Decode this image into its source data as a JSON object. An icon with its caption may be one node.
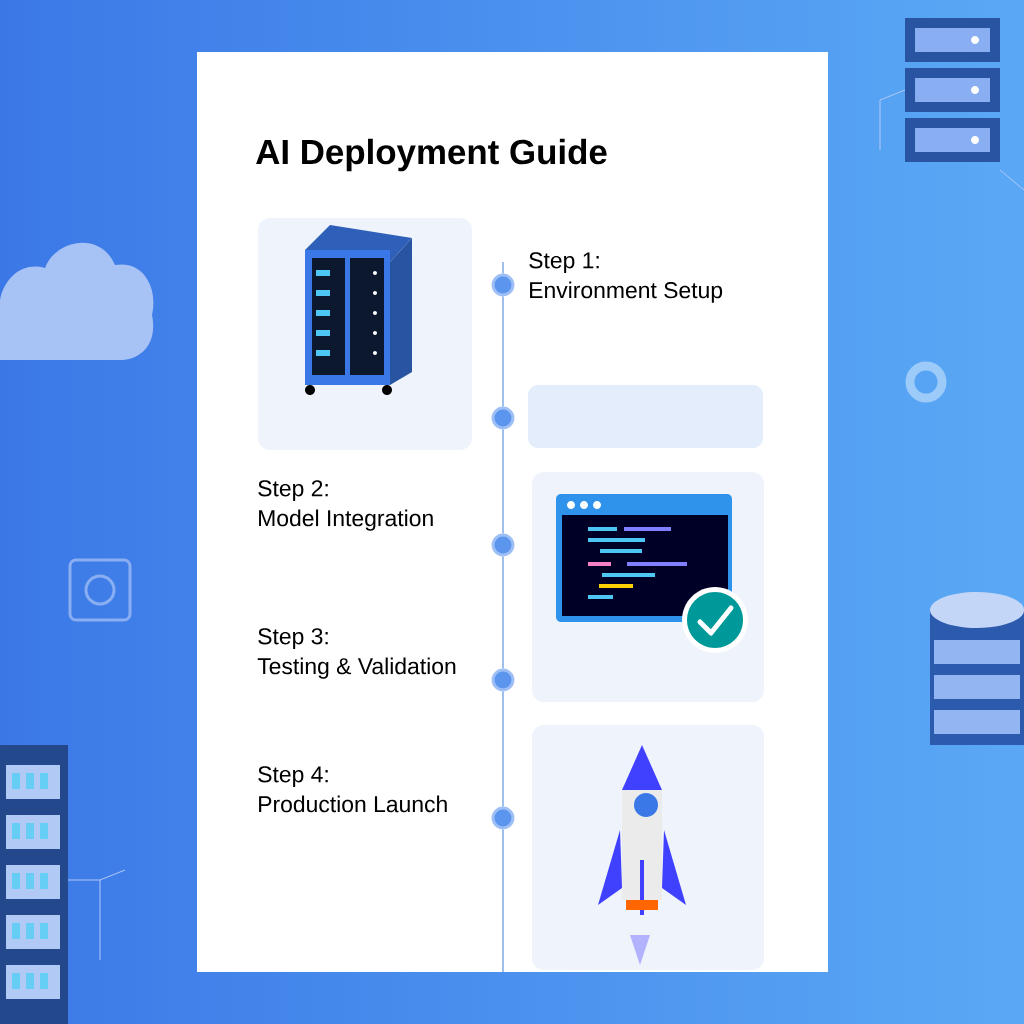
{
  "diagram": {
    "title": "AI Deployment Guide",
    "nodes": [
      {
        "text": [
          "Step 1:",
          "Environment Setup"
        ]
      },
      {
        "text": [
          "Step 2:",
          "Model Integration"
        ]
      },
      {
        "text": [
          "Step 3:",
          "Testing & Validation"
        ]
      },
      {
        "text": [
          "Step 4:",
          "Production Launch"
        ]
      },
      {
        "text": [],
        "shape": "circle"
      },
      {
        "text": [],
        "shape": "circle"
      },
      {
        "text": [],
        "shape": "circle"
      },
      {
        "text": [],
        "shape": "circle"
      },
      {
        "text": [],
        "shape": "circle"
      }
    ],
    "edges": [
      {
        "from": 4,
        "to": 5,
        "arrow": "none"
      },
      {
        "from": 5,
        "to": 6,
        "arrow": "none"
      },
      {
        "from": 6,
        "to": 7,
        "arrow": "none"
      },
      {
        "from": 7,
        "to": 8,
        "arrow": "none"
      }
    ]
  }
}
